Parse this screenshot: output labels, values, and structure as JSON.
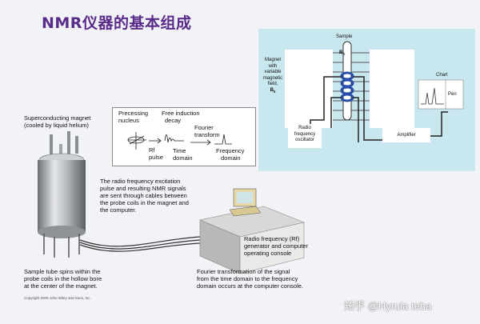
{
  "title": "NMR仪器的基本组成",
  "schematic": {
    "sample": "Sample",
    "b0_top": "B",
    "b0_top_sub": "0",
    "magnet_lines": [
      "Magnet",
      "with",
      "variable",
      "magnetic",
      "field,",
      "B"
    ],
    "magnet_sub": "0",
    "oscillator_lines": [
      "Radio",
      "frequency",
      "oscillator"
    ],
    "amplifier": "Amplifier",
    "chart": "Chart",
    "pen": "Pen"
  },
  "process": {
    "precessing_lines": [
      "Precessing",
      "nucleus"
    ],
    "fid_lines": [
      "Free induction",
      "decay"
    ],
    "rf_lines": [
      "Rf",
      "pulse"
    ],
    "time_lines": [
      "Time",
      "domain"
    ],
    "fourier_lines": [
      "Fourier",
      "transform"
    ],
    "freq_lines": [
      "Frequency",
      "domain"
    ]
  },
  "labels": {
    "superconducting_lines": [
      "Superconducting magnet",
      "(cooled by liquid helium)"
    ],
    "rf_excitation_lines": [
      "The radio frequency excitation",
      "pulse and resulting NMR signals",
      "are sent through cables between",
      "the probe coils in the magnet and",
      "the computer."
    ],
    "console_lines": [
      "Radio frequency (Rf)",
      "generator and computer",
      "operating console"
    ],
    "sample_tube_lines": [
      "Sample tube spins within the",
      "probe coils in the hollow bore",
      "at the center of the magnet."
    ],
    "fourier_console_lines": [
      "Fourier transformation of the signal",
      "from the time domain to the frequency",
      "domain occurs at the computer console."
    ],
    "copyright": "Copyright 2000 John Wiley and Sons, Inc.",
    "watermark": "知乎 @Hyrula teba"
  },
  "colors": {
    "title": "#5a2c8a",
    "schematic_bg": "#c9e7ee",
    "page_bg": "#f2f3f7",
    "coil": "#2a4fa8"
  }
}
